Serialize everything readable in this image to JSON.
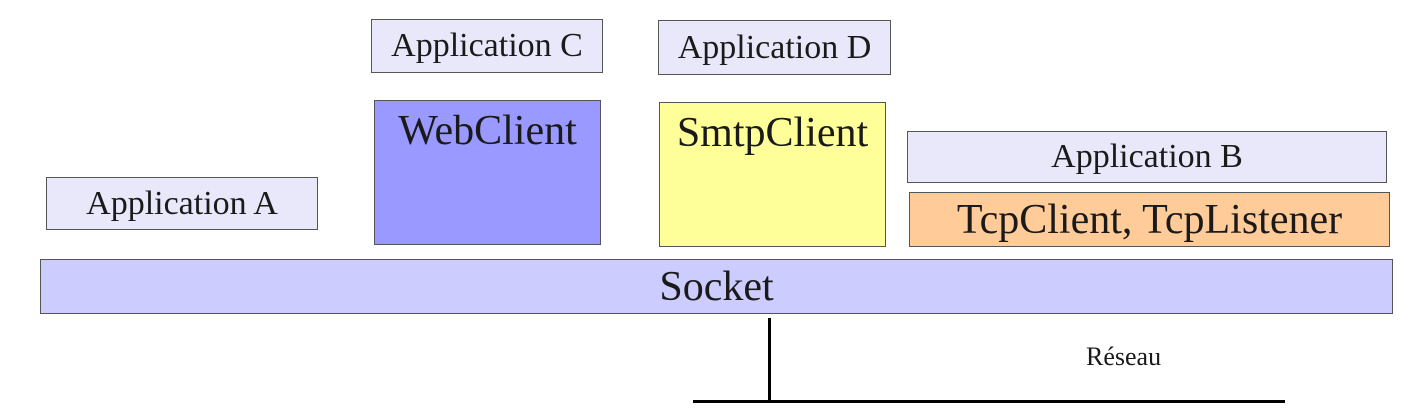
{
  "applications": {
    "a": "Application A",
    "b": "Application B",
    "c": "Application C",
    "d": "Application D"
  },
  "libraries": {
    "webclient": "WebClient",
    "smtpclient": "SmtpClient",
    "tcp": "TcpClient, TcpListener",
    "socket": "Socket"
  },
  "network": {
    "label": "Réseau"
  },
  "colors": {
    "application_fill": "#e8e8fa",
    "webclient_fill": "#9999ff",
    "smtpclient_fill": "#ffff99",
    "tcp_fill": "#ffcc99",
    "socket_fill": "#ccccff"
  }
}
